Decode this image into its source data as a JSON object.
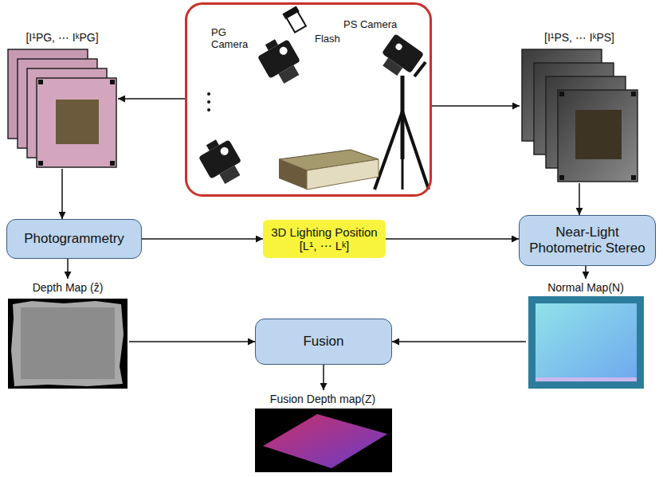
{
  "diagram": {
    "nodes": [
      {
        "text": [
          "PG Camera",
          "Flash",
          "PS Camera"
        ]
      },
      {
        "text": [
          "[I¹PG, ⋯ IᵏPG]"
        ]
      },
      {
        "text": [
          "[I¹PS, ⋯ IᵏPS]"
        ]
      },
      {
        "text": [
          "Photogrammetry"
        ]
      },
      {
        "text": [
          "3D Lighting Position",
          "[L¹, ⋯ Lᵏ]"
        ]
      },
      {
        "text": [
          "Near-Light Photometric Stereo"
        ]
      },
      {
        "text": [
          "Depth Map (ẑ)"
        ]
      },
      {
        "text": [
          "Normal Map(N)"
        ]
      },
      {
        "text": [
          "Fusion"
        ]
      },
      {
        "text": [
          "Fusion Depth map(Z)"
        ]
      }
    ],
    "edges": [
      {
        "from": 0,
        "to": 1,
        "arrow": "to"
      },
      {
        "from": 0,
        "to": 2,
        "arrow": "to"
      },
      {
        "from": 1,
        "to": 3,
        "arrow": "to"
      },
      {
        "from": 2,
        "to": 5,
        "arrow": "to"
      },
      {
        "from": 3,
        "to": 4,
        "arrow": "to"
      },
      {
        "from": 4,
        "to": 5,
        "arrow": "to"
      },
      {
        "from": 3,
        "to": 6,
        "arrow": "to"
      },
      {
        "from": 5,
        "to": 7,
        "arrow": "to"
      },
      {
        "from": 6,
        "to": 8,
        "arrow": "to"
      },
      {
        "from": 7,
        "to": 8,
        "arrow": "to"
      },
      {
        "from": 8,
        "to": 9,
        "arrow": "to"
      }
    ]
  }
}
